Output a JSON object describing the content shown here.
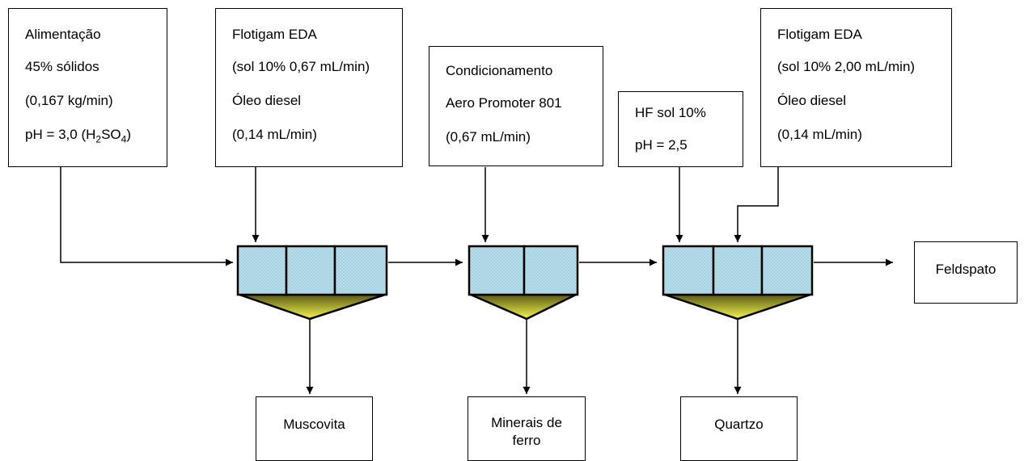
{
  "inputs": {
    "feed": {
      "line1": "Alimentação",
      "line2": "45% sólidos",
      "line3": "(0,167 kg/min)",
      "line4_prefix": "pH = 3,0 (H",
      "line4_sub1": "2",
      "line4_mid": "SO",
      "line4_sub2": "4",
      "line4_suffix": ")"
    },
    "reagent1": {
      "line1": "Flotigam EDA",
      "line2": "(sol 10% 0,67 mL/min)",
      "line3": "Óleo diesel",
      "line4": "(0,14 mL/min)"
    },
    "conditioning": {
      "line1": "Condicionamento",
      "line2": "Aero Promoter 801",
      "line3": "(0,67 mL/min)"
    },
    "hf": {
      "line1": "HF sol 10%",
      "line2": "pH = 2,5"
    },
    "reagent2": {
      "line1": "Flotigam EDA",
      "line2": "(sol 10% 2,00 mL/min)",
      "line3": "Óleo diesel",
      "line4": "(0,14 mL/min)"
    }
  },
  "outputs": {
    "muscovita": "Muscovita",
    "ferro_line1": "Minerais de",
    "ferro_line2": "ferro",
    "quartzo": "Quartzo",
    "feldspato": "Feldspato"
  },
  "colors": {
    "cell_fill": "#b8dce8",
    "cell_dots": "#8cc4d8",
    "hopper_top": "#5a5a14",
    "hopper_bottom": "#f5f550"
  }
}
